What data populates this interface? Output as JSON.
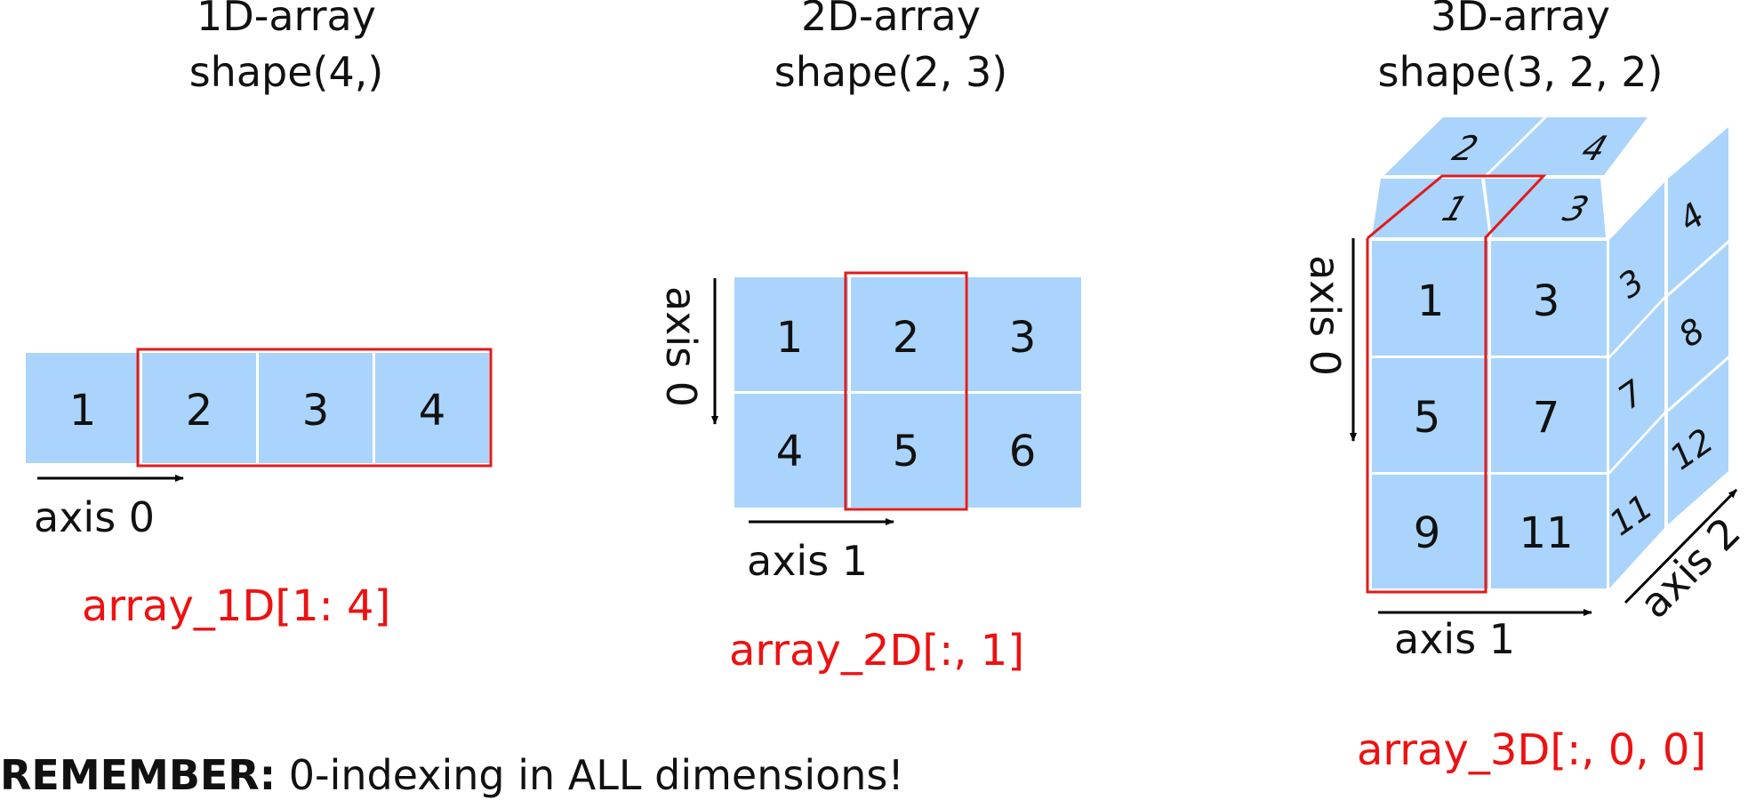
{
  "colors": {
    "cell": "#aad4fb",
    "highlight": "#e11b1b",
    "code": "#ee1111",
    "text": "#111111"
  },
  "array1d": {
    "title": "1D-array",
    "shape": "shape(4,)",
    "cells": [
      "1",
      "2",
      "3",
      "4"
    ],
    "axis0": "axis 0",
    "code": "array_1D[1: 4]"
  },
  "array2d": {
    "title": "2D-array",
    "shape": "shape(2, 3)",
    "cells": [
      "1",
      "2",
      "3",
      "4",
      "5",
      "6"
    ],
    "axis0": "axis 0",
    "axis1": "axis 1",
    "code": "array_2D[:, 1]"
  },
  "array3d": {
    "title": "3D-array",
    "shape": "shape(3, 2, 2)",
    "front": [
      "1",
      "3",
      "5",
      "7",
      "9",
      "11"
    ],
    "top_back": [
      "2",
      "4"
    ],
    "top_front": [
      "1",
      "3"
    ],
    "side_back": [
      "4",
      "8",
      "12"
    ],
    "side_front": [
      "3",
      "7",
      "11"
    ],
    "axis0": "axis 0",
    "axis1": "axis 1",
    "axis2": "axis 2",
    "code": "array_3D[:, 0, 0]"
  },
  "remember": {
    "bold": "REMEMBER:",
    "text": " 0-indexing in ALL dimensions!"
  }
}
